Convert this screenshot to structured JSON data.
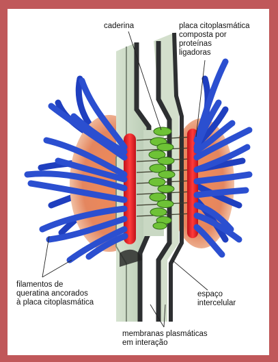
{
  "colors": {
    "frame": "#c0585a",
    "filament": "#2b4fd0",
    "membrane": "#2d2f31",
    "intercellular": "#c9d8c3",
    "cadherin": "#6ec236",
    "plaque": "#e8242b",
    "cytoplasm_glow": "#e98a5e"
  },
  "labels": {
    "cadherin": "caderina",
    "plaque": "placa citoplasmática\ncomposta por\nproteínas\nligadoras",
    "keratin": "filamentos de\nqueratina ancorados\nà placa citoplasmática",
    "space": "espaço\nintercelular",
    "membranes": "membranas plasmáticas\nem interação"
  }
}
